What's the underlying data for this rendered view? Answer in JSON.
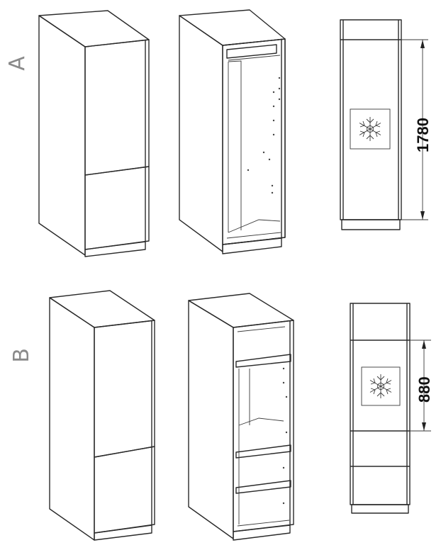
{
  "variants": [
    {
      "label": "A",
      "height_dimension": "1780"
    },
    {
      "label": "B",
      "height_dimension": "880"
    }
  ],
  "icons": {
    "freezer": "snowflake-icon"
  },
  "colors": {
    "line": "#2a2a2a",
    "label": "#8a8a8a"
  }
}
